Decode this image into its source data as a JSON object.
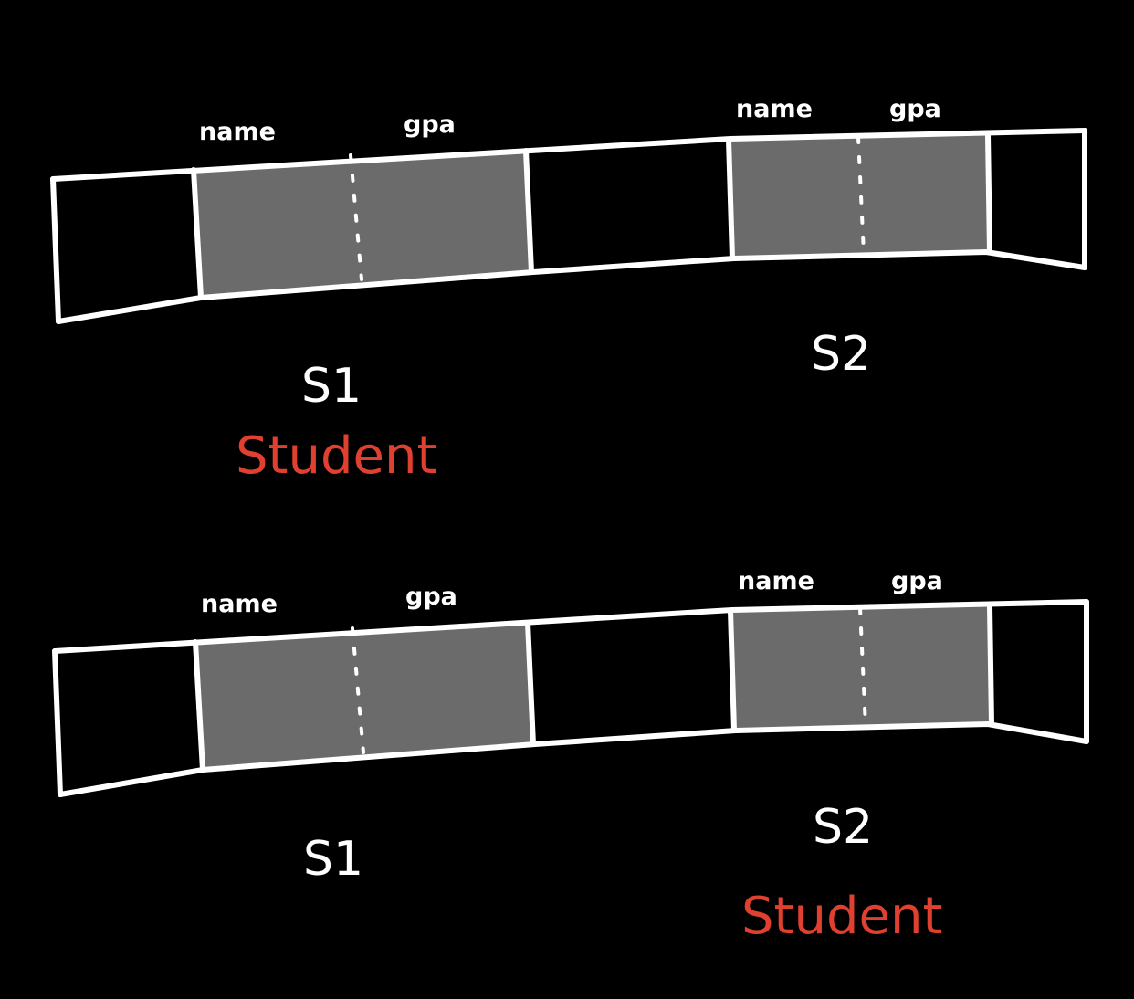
{
  "colors": {
    "background": "#000000",
    "outline": "#ffffff",
    "object_fill": "#6b6b6b",
    "type_annotation": "#e0402f"
  },
  "panels": [
    {
      "s1": {
        "fields": [
          "name",
          "gpa"
        ],
        "variable": "S1",
        "type_label": "Student"
      },
      "s2": {
        "fields": [
          "name",
          "gpa"
        ],
        "variable": "S2"
      }
    },
    {
      "s1": {
        "fields": [
          "name",
          "gpa"
        ],
        "variable": "S1"
      },
      "s2": {
        "fields": [
          "name",
          "gpa"
        ],
        "variable": "S2",
        "type_label": "Student"
      }
    }
  ]
}
